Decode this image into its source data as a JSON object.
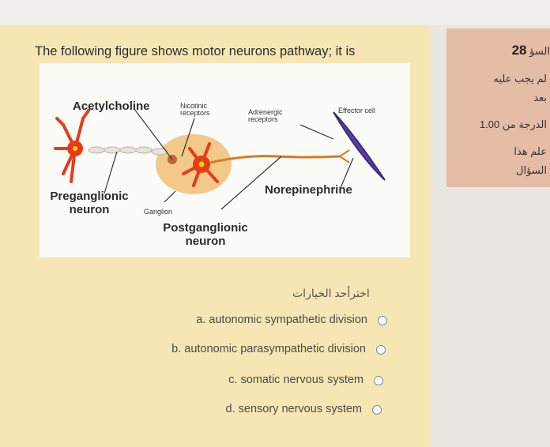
{
  "question": {
    "text": "The following figure shows motor neurons pathway; it is"
  },
  "figure": {
    "labels": {
      "acetylcholine": "Acetylcholine",
      "nicotinic": "Nicotinic receptors",
      "adrenergic": "Adrenergic receptors",
      "effector": "Effector cell",
      "norepinephrine": "Norepinephrine",
      "preganglionic": "Preganglionic neuron",
      "ganglion": "Ganglion",
      "postganglionic": "Postganglionic neuron"
    }
  },
  "answers": {
    "heading": "اخترأحد الخيارات",
    "options": [
      "a. autonomic sympathetic division",
      "b. autonomic parasympathetic division",
      "c. somatic nervous system",
      "d. sensory nervous system"
    ]
  },
  "info": {
    "question_number": "28",
    "question_word": "السؤ",
    "status": "لم يجب عليه",
    "answered": "بعد",
    "mark": "الدرجة من 1.00",
    "flag": "علم هذا",
    "question_label": "السؤال"
  },
  "colors": {
    "question_bg": "#f6e6b4",
    "info_bg": "#e5bca6",
    "neuron": "#e83a1a",
    "effector": "#5a3fa8",
    "ganglion": "#f3c98a"
  }
}
